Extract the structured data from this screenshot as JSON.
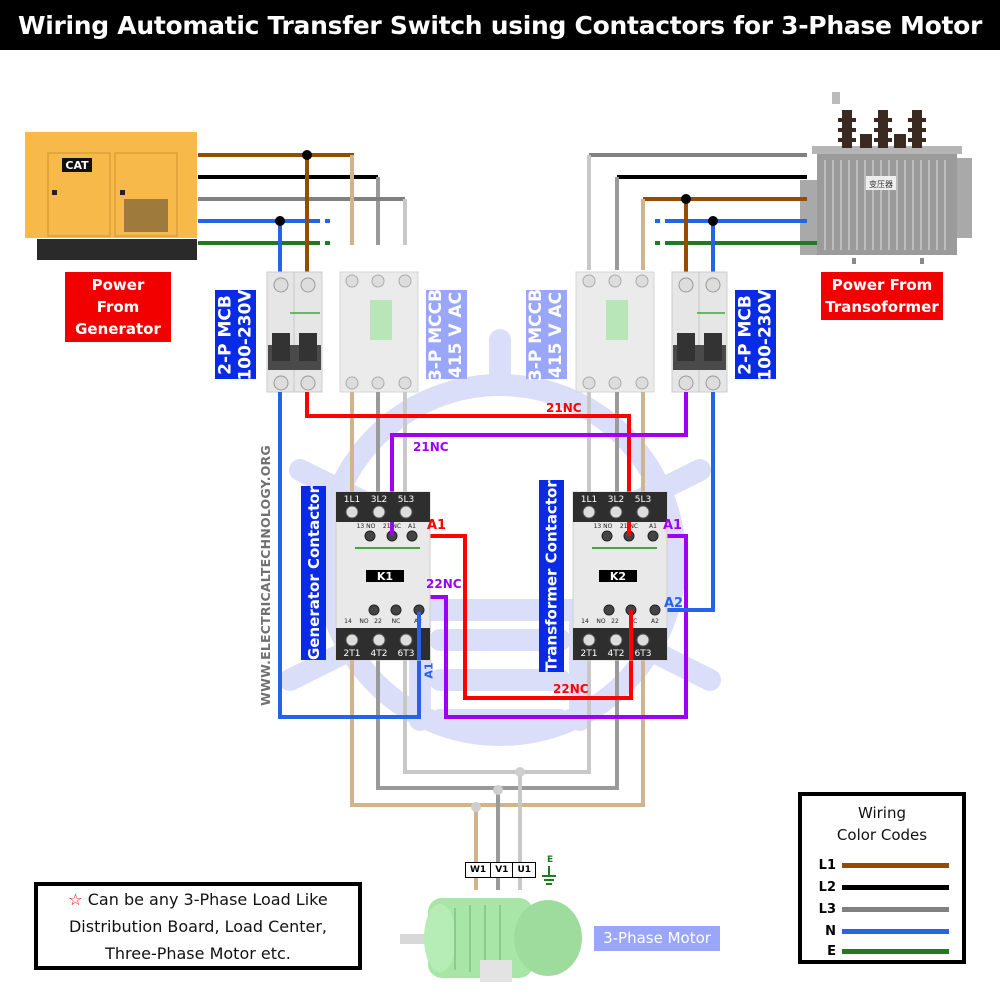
{
  "title": "Wiring Automatic Transfer Switch using Contactors for 3-Phase Motor",
  "watermark": "WWW.ELECTRICALTECHNOLOGY.ORG",
  "sources": {
    "generator": {
      "label_line1": "Power From",
      "label_line2": "Generator",
      "logo": "CAT"
    },
    "transformer": {
      "label_line1": "Power From",
      "label_line2": "Transoformer",
      "plate": "变压器"
    }
  },
  "breakers": {
    "gen_mcb": {
      "line1": "2-P MCB",
      "line2": "100-230V"
    },
    "gen_mccb": {
      "line1": "3-P MCCB",
      "line2": "415 V AC"
    },
    "tr_mccb": {
      "line1": "3-P MCCB",
      "line2": "415 V AC"
    },
    "tr_mcb": {
      "line1": "2-P MCB",
      "line2": "100-230V"
    }
  },
  "contactors": {
    "generator": {
      "side_label": "Generator Contactor",
      "id": "K1",
      "top_terminals": [
        "1L1",
        "3L2",
        "5L3"
      ],
      "aux_top": [
        "13 NO",
        "21 NC",
        "A1"
      ],
      "aux_bottom": [
        "14",
        "NO",
        "22",
        "NC",
        "A2"
      ],
      "bottom_terminals": [
        "2T1",
        "4T2",
        "6T3"
      ]
    },
    "transformer": {
      "side_label": "Transformer Contactor",
      "id": "K2",
      "top_terminals": [
        "1L1",
        "3L2",
        "5L3"
      ],
      "aux_top": [
        "13 NO",
        "21 NC",
        "A1"
      ],
      "aux_bottom": [
        "14",
        "NO",
        "22",
        "NC",
        "A2"
      ],
      "bottom_terminals": [
        "2T1",
        "4T2",
        "6T3"
      ]
    }
  },
  "wire_tags": {
    "red_21nc": "21NC",
    "purple_21nc": "21NC",
    "k1_a1": "A1",
    "k1_22nc": "22NC",
    "k1_a1_blue": "A1",
    "k2_a1": "A1",
    "k2_a2": "A2",
    "red_22nc": "22NC"
  },
  "motor": {
    "terminals": [
      "W1",
      "V1",
      "U1"
    ],
    "earth": "E",
    "label": "3-Phase Motor"
  },
  "note": {
    "star": "☆",
    "line1": "Can be any 3-Phase Load Like",
    "line2": "Distribution Board, Load Center,",
    "line3": "Three-Phase Motor etc."
  },
  "legend": {
    "title_line1": "Wiring",
    "title_line2": "Color Codes",
    "items": [
      {
        "key": "L1",
        "color": "#964B00"
      },
      {
        "key": "L2",
        "color": "#000000"
      },
      {
        "key": "L3",
        "color": "#808080"
      },
      {
        "key": "N",
        "color": "#2563EB"
      },
      {
        "key": "E",
        "color": "#1E7B1E"
      }
    ]
  },
  "colors": {
    "L1": "#964B00",
    "L2": "#000000",
    "L3": "#808080",
    "N": "#2563EB",
    "E": "#1E7B1E",
    "L1_out": "#D2B48C",
    "L2_out": "#9A9A9A",
    "L3_out": "#C8C8C8",
    "control_red": "#FF0000",
    "control_purple": "#A000F0",
    "label_red": "#F20000",
    "label_blue": "#0A2BE6",
    "label_lightblue": "#9AA6F8"
  }
}
